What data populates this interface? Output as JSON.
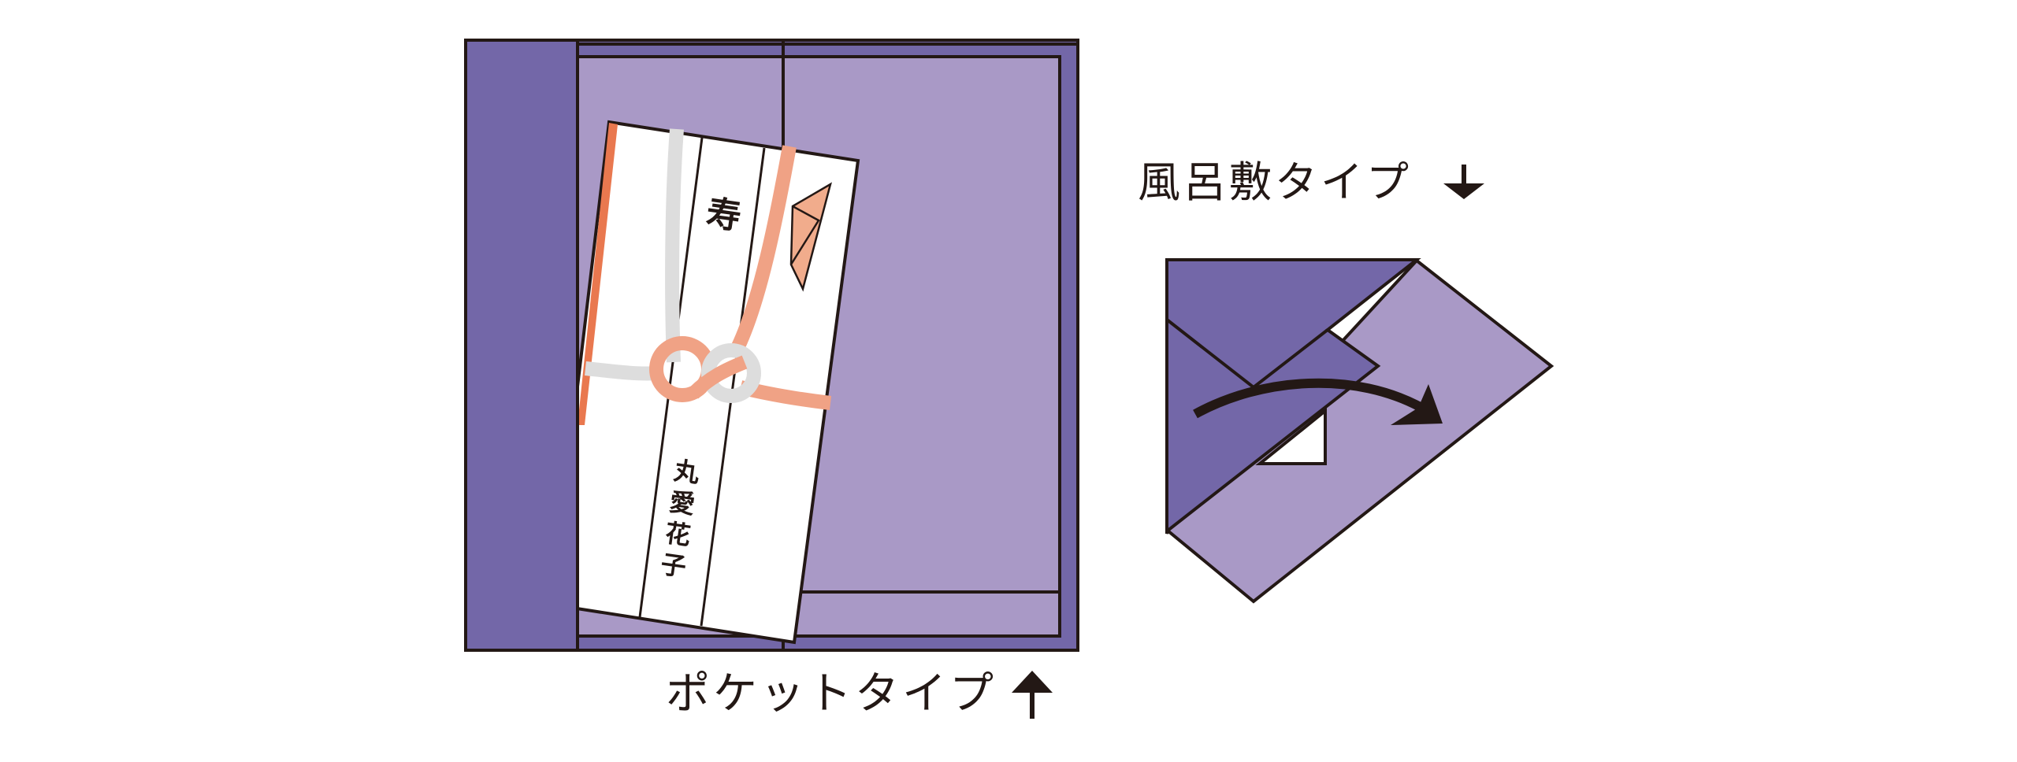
{
  "colors": {
    "dark_purple": "#7367a8",
    "light_purple": "#a999c6",
    "outline": "#231815",
    "envelope": "#ffffff",
    "orange_edge": "#e9784f",
    "red_cord": "#f0a285",
    "white_cord": "#dddddd"
  },
  "pocket_type": {
    "label": "ポケットタイプ",
    "arrow_icon": "arrow-up-icon",
    "envelope": {
      "title": "寿",
      "name_chars": [
        "丸",
        "愛",
        "花",
        "子"
      ]
    }
  },
  "furoshiki_type": {
    "label": "風呂敷タイプ",
    "arrow_icon": "arrow-down-icon",
    "fold_arrow_icon": "curved-arrow-icon"
  }
}
